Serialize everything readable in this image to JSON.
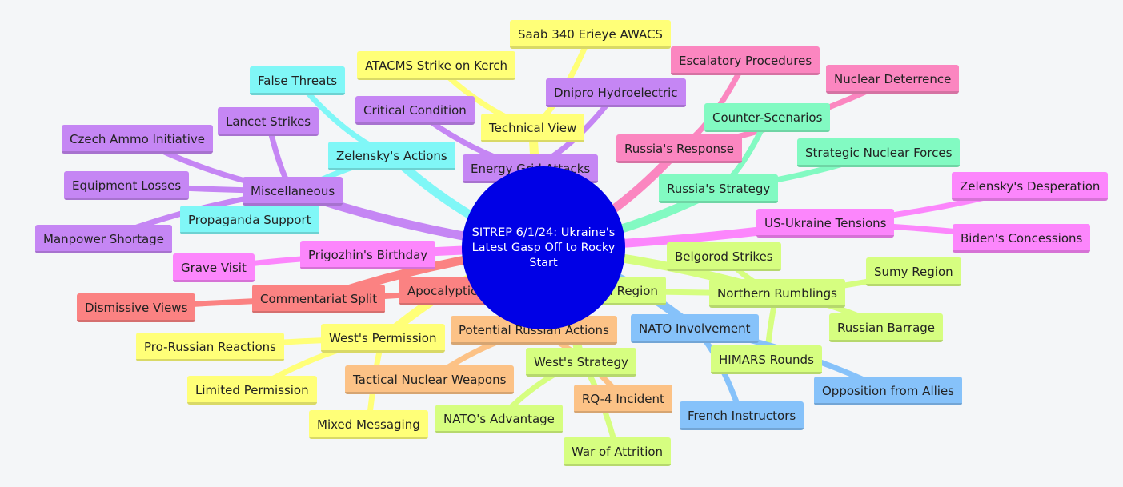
{
  "colors": {
    "background": "#f4f6f8",
    "root": "#0000e6",
    "purple": "#c586f4",
    "cyan": "#80f7f7",
    "yellow": "#ffff78",
    "pink": "#fb86c0",
    "green": "#82fac2",
    "magenta": "#fc86fc",
    "lime": "#d6fe80",
    "blue": "#86c2fa",
    "orange": "#fcc286",
    "red": "#fb8282"
  },
  "root": {
    "label": "SITREP 6/1/24: Ukraine's Latest Gasp Off to Rocky Start"
  },
  "branches": [
    {
      "id": "misc",
      "label": "Miscellaneous",
      "color": "purple",
      "children": [
        {
          "id": "czech",
          "label": "Czech Ammo Initiative"
        },
        {
          "id": "lancet",
          "label": "Lancet Strikes"
        },
        {
          "id": "equip",
          "label": "Equipment Losses"
        },
        {
          "id": "manpower",
          "label": "Manpower Shortage"
        }
      ]
    },
    {
      "id": "zelensky_actions",
      "label": "Zelensky's Actions",
      "color": "cyan",
      "children": [
        {
          "id": "false_threats",
          "label": "False Threats"
        },
        {
          "id": "propaganda",
          "label": "Propaganda Support"
        }
      ]
    },
    {
      "id": "energy",
      "label": "Energy Grid Attacks",
      "color": "purple",
      "children": [
        {
          "id": "critical",
          "label": "Critical Condition"
        },
        {
          "id": "dnipro",
          "label": "Dnipro Hydroelectric"
        }
      ]
    },
    {
      "id": "technical",
      "label": "Technical View",
      "color": "yellow",
      "children": [
        {
          "id": "atacms",
          "label": "ATACMS Strike on Kerch"
        },
        {
          "id": "saab",
          "label": "Saab 340 Erieye AWACS"
        }
      ]
    },
    {
      "id": "russia_response",
      "label": "Russia's Response",
      "color": "pink",
      "children": [
        {
          "id": "escalatory",
          "label": "Escalatory Procedures"
        },
        {
          "id": "deterrence",
          "label": "Nuclear Deterrence"
        }
      ]
    },
    {
      "id": "russia_strategy",
      "label": "Russia's Strategy",
      "color": "green",
      "children": [
        {
          "id": "counter",
          "label": "Counter-Scenarios"
        },
        {
          "id": "snf",
          "label": "Strategic Nuclear Forces"
        }
      ]
    },
    {
      "id": "us_ukraine",
      "label": "US-Ukraine Tensions",
      "color": "magenta",
      "children": [
        {
          "id": "desperation",
          "label": "Zelensky's Desperation"
        },
        {
          "id": "biden",
          "label": "Biden's Concessions"
        }
      ]
    },
    {
      "id": "northern",
      "label": "Northern Rumblings",
      "color": "lime",
      "children": [
        {
          "id": "belgorod",
          "label": "Belgorod Strikes"
        },
        {
          "id": "sumy",
          "label": "Sumy Region"
        },
        {
          "id": "gomel",
          "label": "Gomel Region"
        },
        {
          "id": "barrage",
          "label": "Russian Barrage"
        },
        {
          "id": "himars",
          "label": "HIMARS Rounds"
        }
      ]
    },
    {
      "id": "nato",
      "label": "NATO Involvement",
      "color": "blue",
      "children": [
        {
          "id": "opposition",
          "label": "Opposition from Allies"
        },
        {
          "id": "french",
          "label": "French Instructors"
        }
      ]
    },
    {
      "id": "wests_strategy",
      "label": "West's Strategy",
      "color": "lime",
      "children": [
        {
          "id": "nato_adv",
          "label": "NATO's Advantage"
        },
        {
          "id": "attrition",
          "label": "War of Attrition"
        }
      ]
    },
    {
      "id": "potential",
      "label": "Potential Russian Actions",
      "color": "orange",
      "children": [
        {
          "id": "tactical",
          "label": "Tactical Nuclear Weapons"
        },
        {
          "id": "rq4",
          "label": "RQ-4 Incident"
        }
      ]
    },
    {
      "id": "west_permission",
      "label": "West's Permission",
      "color": "yellow",
      "children": [
        {
          "id": "pro_russian",
          "label": "Pro-Russian Reactions"
        },
        {
          "id": "limited",
          "label": "Limited Permission"
        },
        {
          "id": "mixed",
          "label": "Mixed Messaging"
        }
      ]
    },
    {
      "id": "commentariat",
      "label": "Commentariat Split",
      "color": "red",
      "children": [
        {
          "id": "dismissive",
          "label": "Dismissive Views"
        },
        {
          "id": "apocalyptic",
          "label": "Apocalyptic Fury"
        }
      ]
    },
    {
      "id": "prigozhin",
      "label": "Prigozhin's Birthday",
      "color": "magenta",
      "children": [
        {
          "id": "grave",
          "label": "Grave Visit"
        }
      ]
    }
  ]
}
